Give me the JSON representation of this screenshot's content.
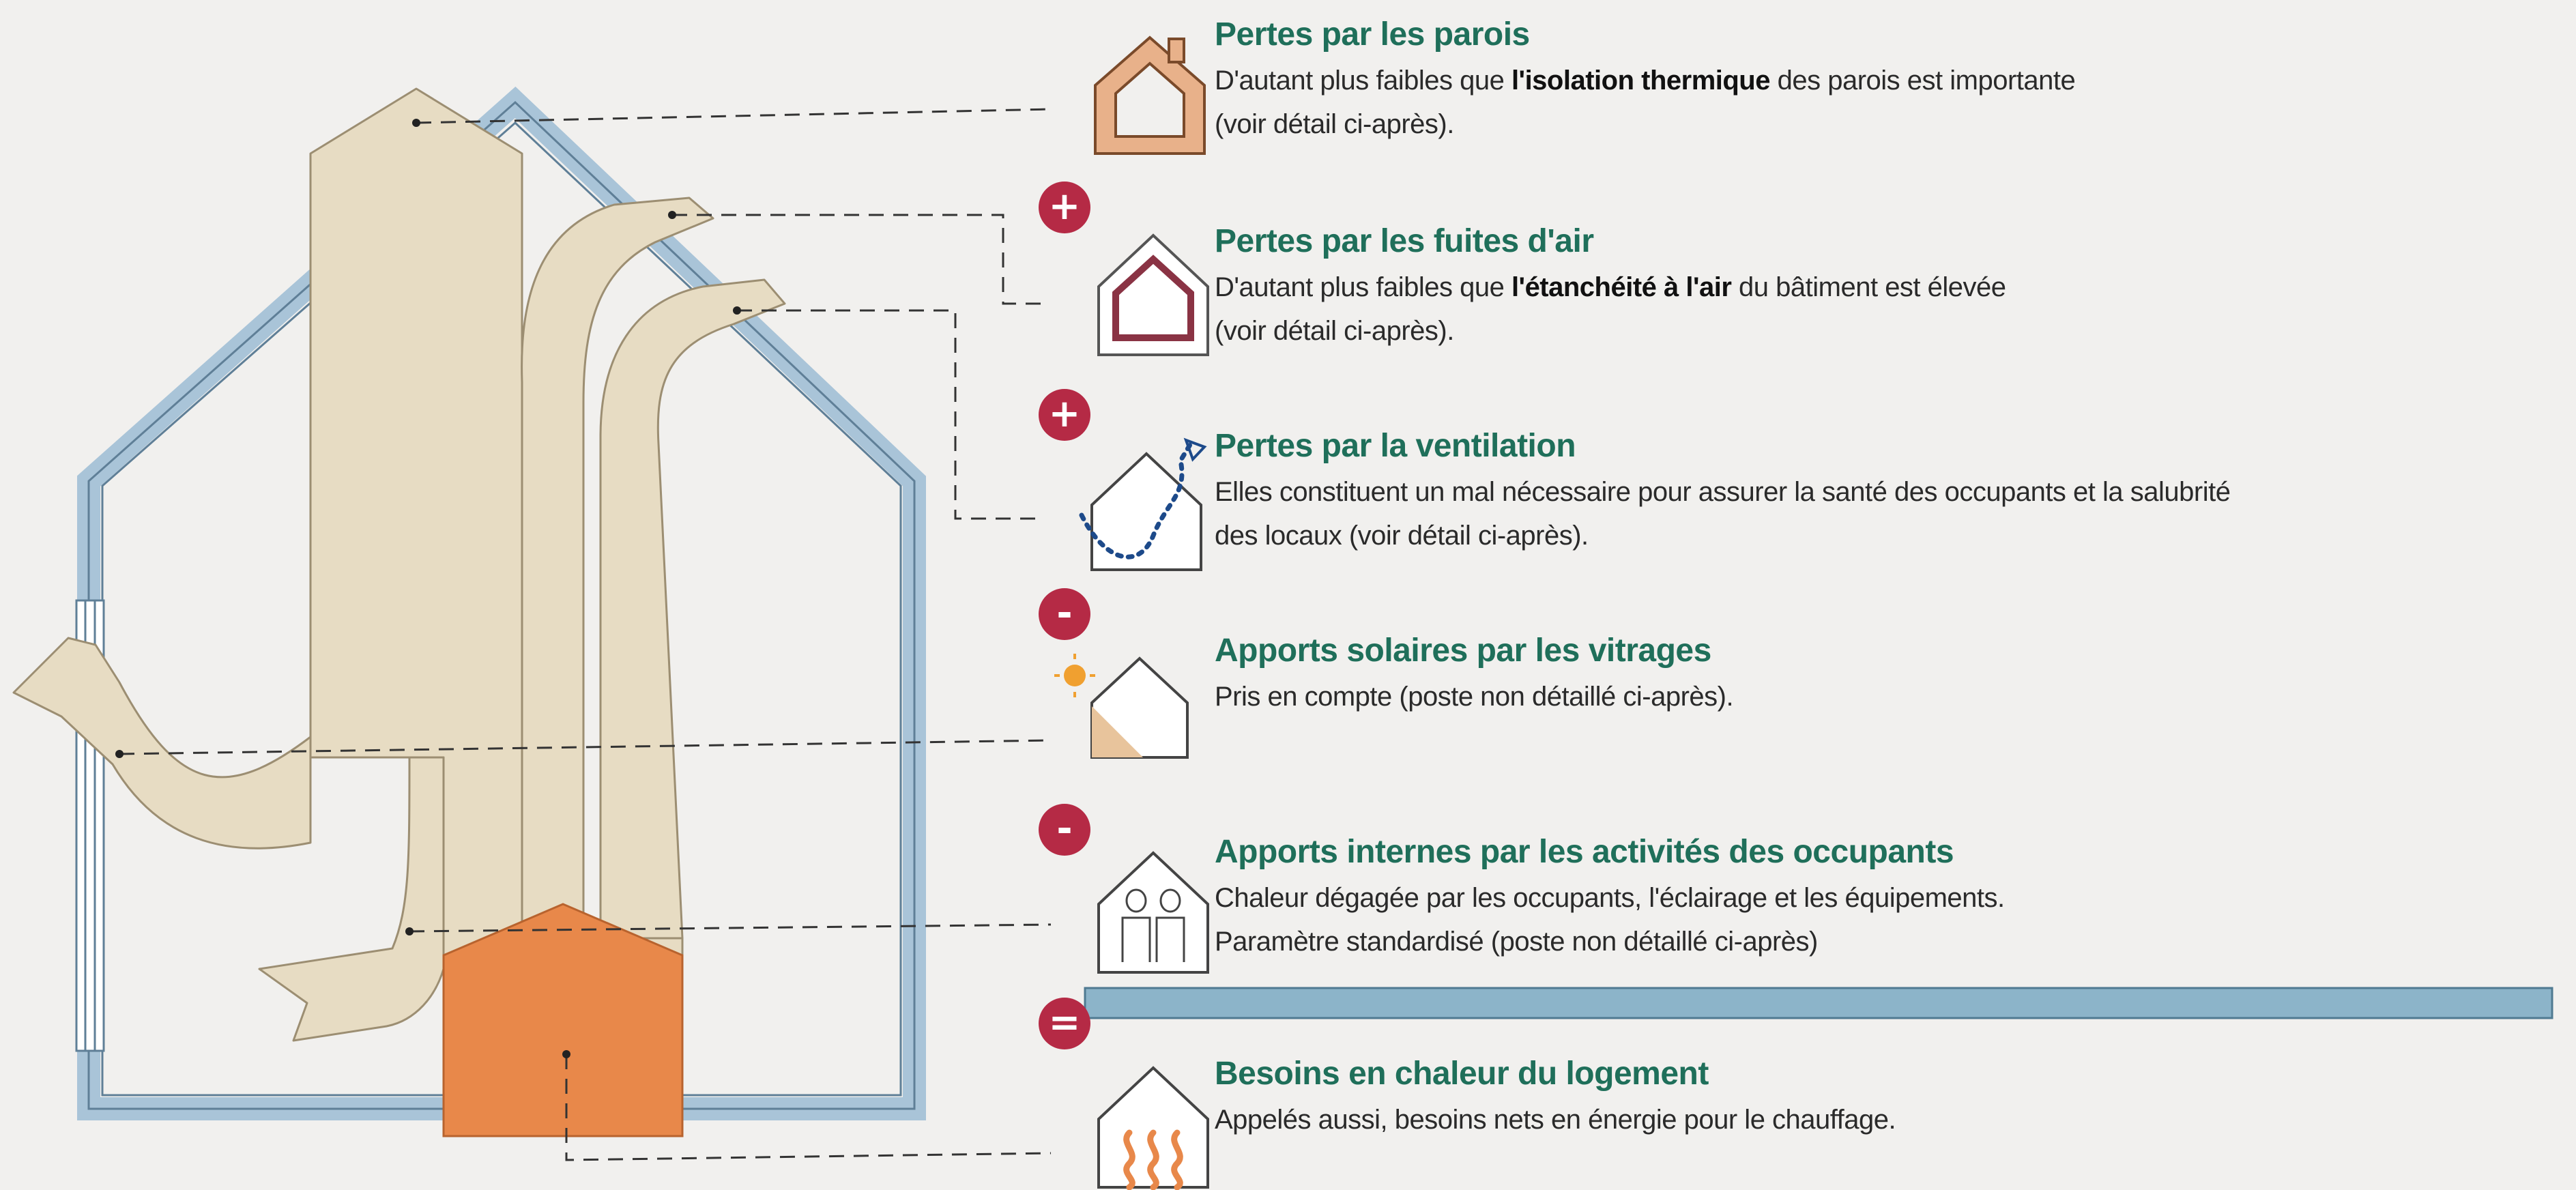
{
  "entries": [
    {
      "id": "walls",
      "title": "Pertes par les parois",
      "desc_pre": "D'autant plus faibles que ",
      "desc_bold": "l'isolation thermique",
      "desc_post": " des parois est importante",
      "desc_line2": "(voir détail ci-après).",
      "icon": "house-walls-icon"
    },
    {
      "id": "air-leaks",
      "title": "Pertes par les fuites d'air",
      "desc_pre": "D'autant plus faibles que ",
      "desc_bold": "l'étanchéité à l'air",
      "desc_post": " du bâtiment est élevée",
      "desc_line2": "(voir détail ci-après).",
      "icon": "house-airtight-icon"
    },
    {
      "id": "ventilation",
      "title": "Pertes par la ventilation",
      "desc_line1": "Elles constituent un mal nécessaire pour assurer la santé des occupants et la salubrité",
      "desc_line2": "des locaux (voir détail ci-après).",
      "icon": "house-ventilation-icon"
    },
    {
      "id": "solar",
      "title": "Apports solaires par les vitrages",
      "desc_line1": "Pris en compte (poste non détaillé ci-après).",
      "icon": "house-sun-icon"
    },
    {
      "id": "internal",
      "title": "Apports internes par les activités des occupants",
      "desc_line1": "Chaleur dégagée par les occupants, l'éclairage et les équipements.",
      "desc_line2": "Paramètre standardisé (poste non détaillé ci-après)",
      "icon": "house-occupants-icon"
    },
    {
      "id": "needs",
      "title": "Besoins en chaleur du logement",
      "desc_line1": "Appelés aussi, besoins nets en énergie pour le chauffage.",
      "icon": "house-heating-icon"
    }
  ],
  "operators": [
    "+",
    "+",
    "-",
    "-",
    "="
  ],
  "colors": {
    "accent_red": "#b52a45",
    "title_green": "#1f6f5a",
    "flow_beige": "#e7dcc3",
    "needs_orange": "#e8884a",
    "wall_blue": "#a9c4d8",
    "equals_bar": "#8cb4c9"
  }
}
